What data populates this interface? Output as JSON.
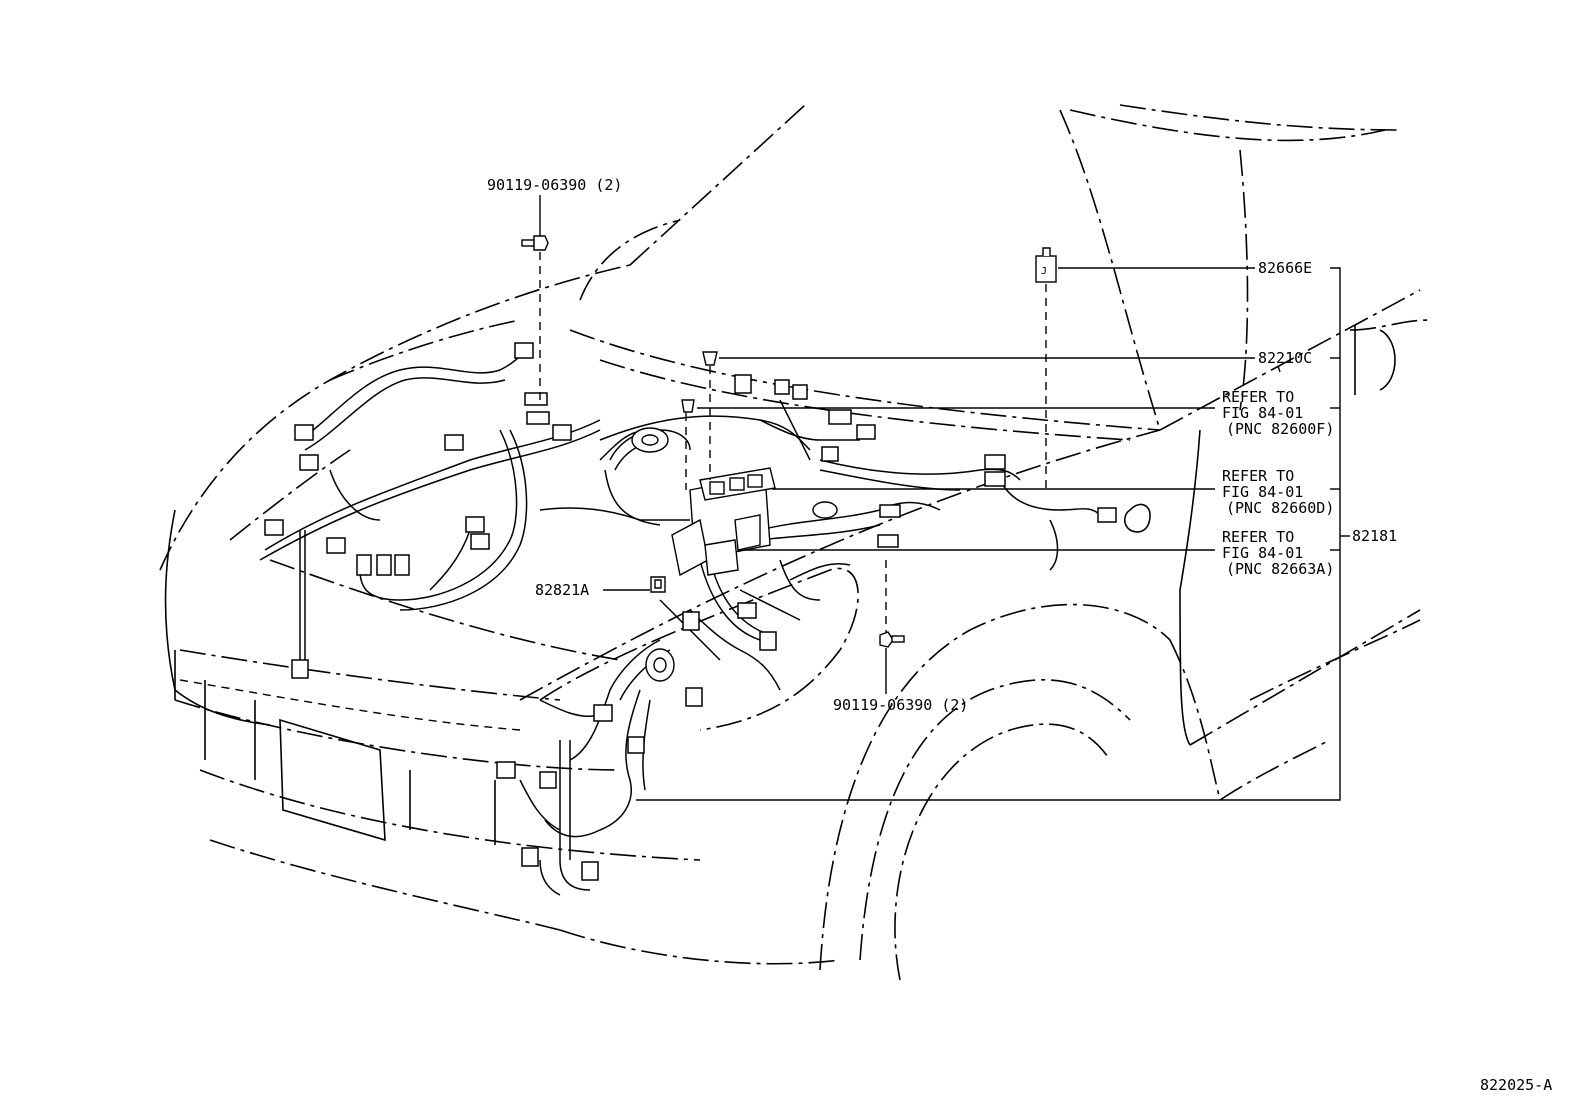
{
  "labels": {
    "bolt_top": "90119-06390 (2)",
    "bolt_bottom": "90119-06390 (2)",
    "clip_82666e": "82666E",
    "clip_82210c": "82210C",
    "ref1": {
      "line1": "REFER TO",
      "line2": "FIG 84-01",
      "line3": "(PNC 82600F)"
    },
    "ref2": {
      "line1": "REFER TO",
      "line2": "FIG 84-01",
      "line3": "(PNC 82660D)"
    },
    "ref3": {
      "line1": "REFER TO",
      "line2": "FIG 84-01",
      "line3": "(PNC 82663A)"
    },
    "clip_82821a": "82821A",
    "harness_82181": "82181",
    "figure_id": "822025-A"
  }
}
